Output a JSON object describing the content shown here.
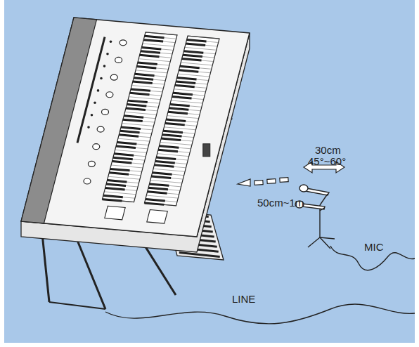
{
  "diagram": {
    "labels": [
      "30cm",
      "45°~60°",
      "50cm~1m",
      "MIC",
      "LINE"
    ]
  }
}
